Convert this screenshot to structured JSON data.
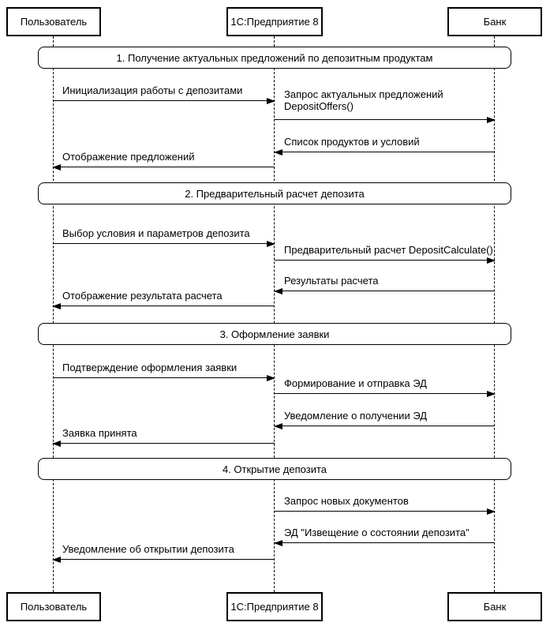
{
  "diagram": {
    "type": "uml-sequence",
    "colors": {
      "background": "#ffffff",
      "line": "#000000",
      "fill": "#ffffff"
    },
    "actors": [
      {
        "id": "user",
        "label": "Пользователь"
      },
      {
        "id": "1c",
        "label": "1С:Предприятие 8"
      },
      {
        "id": "bank",
        "label": "Банк"
      }
    ],
    "frames": [
      {
        "label": "1. Получение актуальных предложений по депозитным продуктам"
      },
      {
        "label": "2. Предварительный расчет депозита"
      },
      {
        "label": "3. Оформление заявки"
      },
      {
        "label": "4. Открытие депозита"
      }
    ],
    "messages": [
      {
        "from": "Пользователь",
        "to": "1С:Предприятие 8",
        "label": "Инициализация работы с депозитами"
      },
      {
        "from": "1С:Предприятие 8",
        "to": "Банк",
        "label": "Запрос актуальных предложений\nDepositOffers()"
      },
      {
        "from": "Банк",
        "to": "1С:Предприятие 8",
        "label": "Список продуктов и условий"
      },
      {
        "from": "1С:Предприятие 8",
        "to": "Пользователь",
        "label": "Отображение предложений"
      },
      {
        "from": "Пользователь",
        "to": "1С:Предприятие 8",
        "label": "Выбор условия и параметров депозита"
      },
      {
        "from": "1С:Предприятие 8",
        "to": "Банк",
        "label": "Предварительный расчет DepositCalculate()"
      },
      {
        "from": "Банк",
        "to": "1С:Предприятие 8",
        "label": "Результаты расчета"
      },
      {
        "from": "1С:Предприятие 8",
        "to": "Пользователь",
        "label": "Отображение результата расчета"
      },
      {
        "from": "Пользователь",
        "to": "1С:Предприятие 8",
        "label": "Подтверждение оформления заявки"
      },
      {
        "from": "1С:Предприятие 8",
        "to": "Банк",
        "label": "Формирование и отправка ЭД"
      },
      {
        "from": "Банк",
        "to": "1С:Предприятие 8",
        "label": "Уведомление о получении ЭД"
      },
      {
        "from": "1С:Предприятие 8",
        "to": "Пользователь",
        "label": "Заявка принята"
      },
      {
        "from": "1С:Предприятие 8",
        "to": "Банк",
        "label": "Запрос новых документов"
      },
      {
        "from": "Банк",
        "to": "1С:Предприятие 8",
        "label": "ЭД \"Извещение о состоянии депозита\""
      },
      {
        "from": "1С:Предприятие 8",
        "to": "Пользователь",
        "label": "Уведомление об открытии депозита"
      }
    ]
  }
}
